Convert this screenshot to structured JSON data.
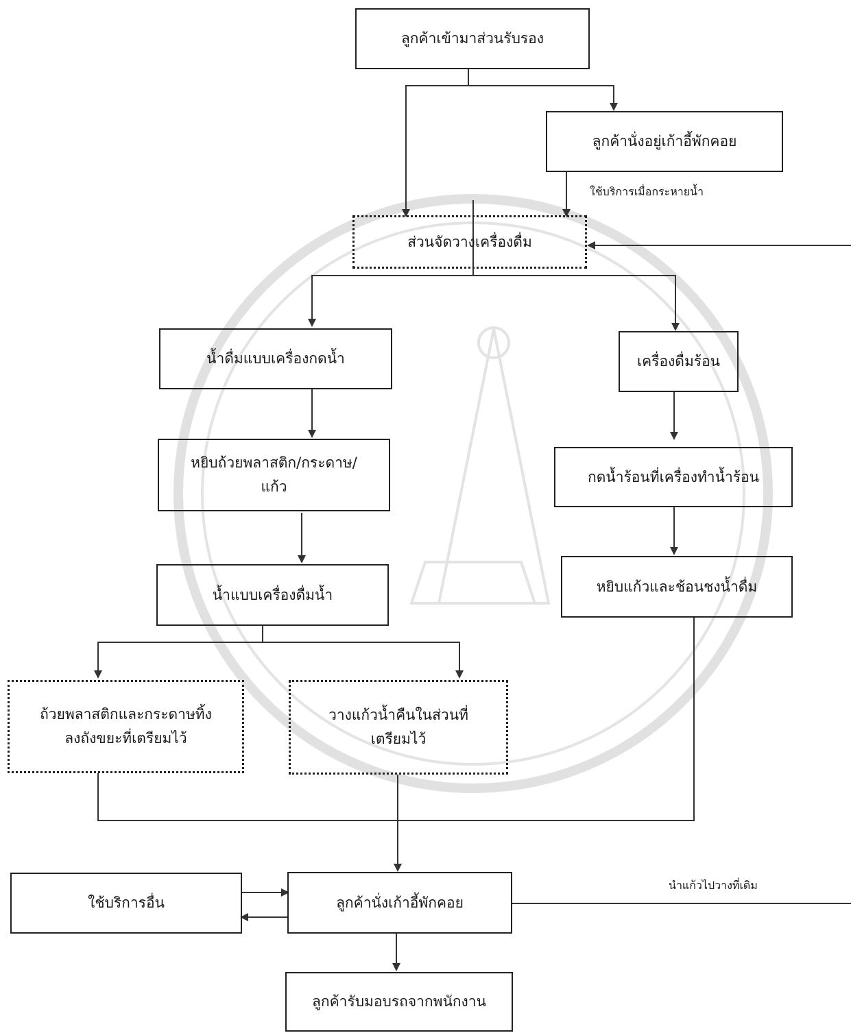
{
  "nodes": {
    "start": "ลูกค้าเข้ามาส่วนรับรอง",
    "sit_wait": "ลูกค้านั่งอยู่เก้าอี้พักคอย",
    "drink_area": "ส่วนจัดวางเครื่องดื่ม",
    "water_dispenser": "น้ำดื่มแบบเครื่องกดน้ำ",
    "hot_drinks": "เครื่องดื่มร้อน",
    "pick_cup": "หยิบถ้วยพลาสติก/กระดาษ/\nแก้ว",
    "press_hot_water": "กดน้ำร้อนที่เครื่องทำน้ำร้อน",
    "get_water": "น้ำแบบเครื่องดื่มน้ำ",
    "pick_glass_spoon": "หยิบแก้วและช้อนชงน้ำดื่ม",
    "throw_cups": "ถ้วยพลาสติกและกระดาษทิ้ง\nลงถังขยะที่เตรียมไว้",
    "return_glass": "วางแก้วน้ำคืนในส่วนที่\nเตรียมไว้",
    "other_services": "ใช้บริการอื่น",
    "sit_lounge": "ลูกค้านั่งเก้าอี้พักคอย",
    "receive_car": "ลูกค้ารับมอบรถจากพนักงาน"
  },
  "edge_labels": {
    "when_thirsty": "ใช้บริการเมื่อกระหายน้ำ",
    "return_glass_back": "นำแก้วไปวางที่เดิม"
  }
}
